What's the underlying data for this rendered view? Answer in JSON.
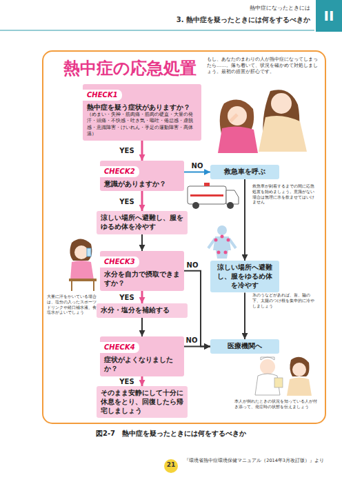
{
  "diagram": {
    "title": "熱中症の応急処置",
    "caption": "図2-7　熱中症を疑ったときには何をするべきか",
    "nodes": [
      {
        "text": [
          "CHECK1",
          "熱中症を疑う症状がありますか？",
          "（めまい・失神・筋肉痛・筋肉の硬直・大量の発汗・頭痛・不快感・吐き気・嘔吐・倦怠感・虚脱感・意識障害・けいれん・手足の運動障害・高体温）"
        ]
      },
      {
        "text": [
          "CHECK2",
          "意識がありますか？"
        ]
      },
      {
        "text": [
          "救急車を呼ぶ"
        ]
      },
      {
        "text": [
          "涼しい場所へ避難し、服をゆるめ体を冷やす"
        ]
      },
      {
        "text": [
          "CHECK3",
          "水分を自力で摂取できますか？"
        ]
      },
      {
        "text": [
          "涼しい場所へ避難し、服をゆるめ体を冷やす"
        ]
      },
      {
        "text": [
          "水分・塩分を補給する"
        ]
      },
      {
        "text": [
          "CHECK4",
          "症状がよくなりましたか？"
        ]
      },
      {
        "text": [
          "医療機関へ"
        ]
      },
      {
        "text": [
          "そのまま安静にして十分に休息をとり、回復したら帰宅しましょう"
        ]
      }
    ],
    "edges": [
      {
        "from": 0,
        "to": 1,
        "label": "YES",
        "arrow": "to"
      },
      {
        "from": 1,
        "to": 2,
        "label": "NO",
        "arrow": "to"
      },
      {
        "from": 1,
        "to": 3,
        "label": "YES",
        "arrow": "to"
      },
      {
        "from": 2,
        "to": 5,
        "arrow": "to"
      },
      {
        "from": 3,
        "to": 4,
        "arrow": "to"
      },
      {
        "from": 4,
        "to": 6,
        "label": "YES",
        "arrow": "to"
      },
      {
        "from": 4,
        "to": 8,
        "label": "NO",
        "arrow": "to"
      },
      {
        "from": 5,
        "to": 8,
        "arrow": "to"
      },
      {
        "from": 6,
        "to": 7,
        "arrow": "to"
      },
      {
        "from": 7,
        "to": 8,
        "label": "NO",
        "arrow": "to"
      },
      {
        "from": 7,
        "to": 9,
        "label": "YES",
        "arrow": "to"
      }
    ],
    "labels": [
      "熱中症になったときには",
      "3. 熱中症を疑ったときには何をするべきか",
      "II",
      "もし、あなたのまわりの人が熱中症になってしまったら……。落ち着いて、状況を確かめて対処しましょう。最初の措置が肝心です。",
      "救急車が到着するまでの間に応急処置を始めましょう。意識がない場合は無理に水を飲ませてはいけません",
      "大量に汗をかいている場合は、塩分の入ったスポーツドリンクや経口補水液、食塩水がよいでしょう",
      "氷のうなどがあれば、首、脇の下、太腿のつけ根を集中的に冷やしましょう",
      "本人が倒れたときの状況を知っている人が付き添って、発症時の状態を伝えましょう",
      "『環境省熱中症環境保健マニュアル（2014年3月改訂版）』より",
      "21"
    ]
  }
}
